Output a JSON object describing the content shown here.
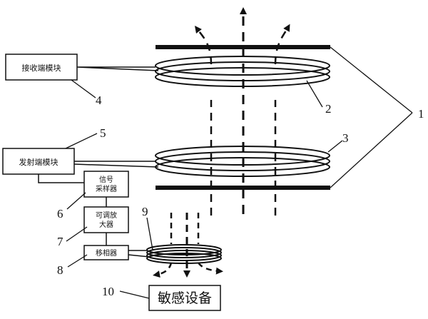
{
  "modules": {
    "receiver": "接收端模块",
    "transmitter": "发射端模块",
    "sampler_line1": "信号",
    "sampler_line2": "采样器",
    "amplifier_line1": "可调放",
    "amplifier_line2": "大器",
    "phase_shifter": "移相器",
    "sensitive_device": "敏感设备"
  },
  "callouts": {
    "plates": "1",
    "receiver_coil": "2",
    "transmitter_coil": "3",
    "receiver_module": "4",
    "transmitter_module": "5",
    "sampler": "6",
    "amplifier": "7",
    "phase_shifter": "8",
    "shield_coil": "9",
    "device": "10"
  },
  "colors": {
    "ink": "#111111",
    "background": "#ffffff"
  }
}
